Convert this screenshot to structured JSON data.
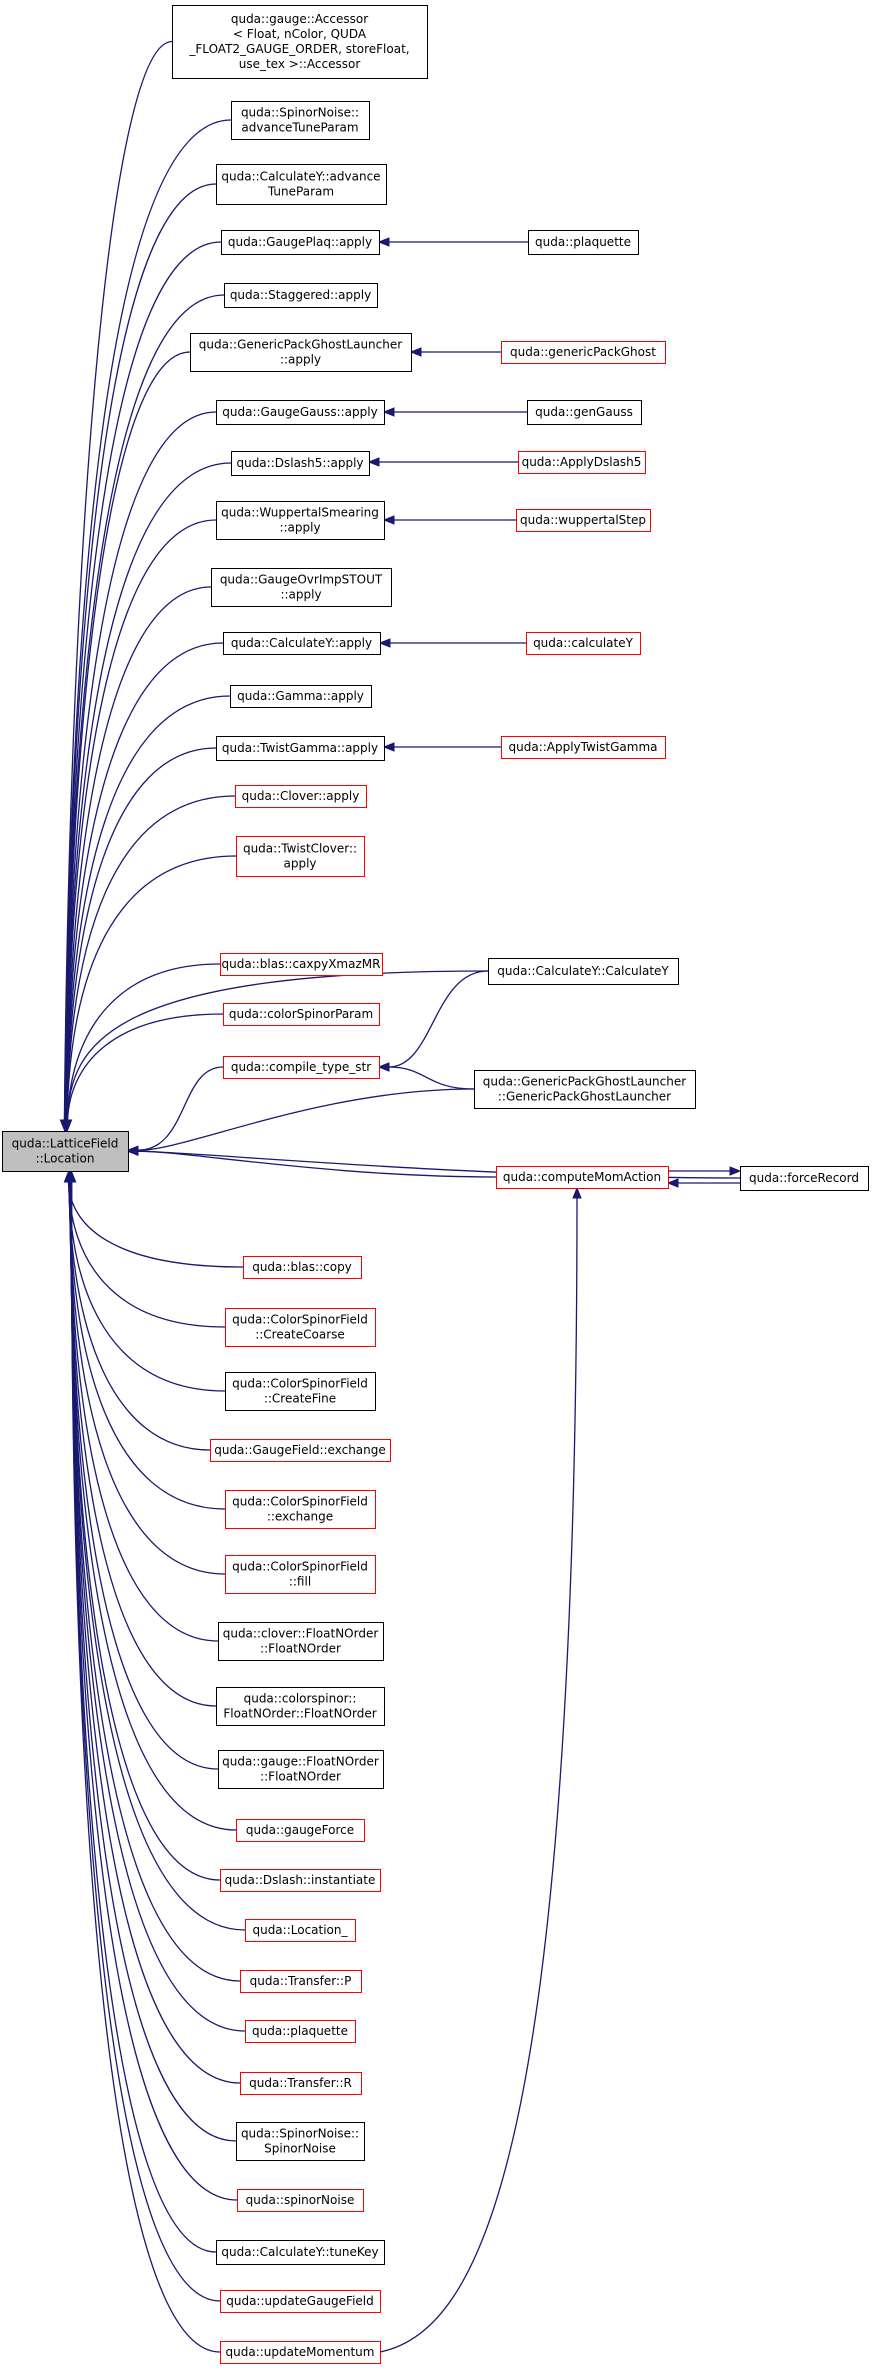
{
  "colors": {
    "edge": "#191970",
    "border_normal": "#000000",
    "border_truncated": "#ff0000",
    "fill_root": "#bfbfbf",
    "fill": "#ffffff"
  },
  "nodes": {
    "root": {
      "lines": [
        "quda::LatticeField",
        "::Location"
      ],
      "style": "root"
    },
    "accessor": {
      "lines": [
        "quda::gauge::Accessor",
        "< Float, nColor, QUDA",
        "_FLOAT2_GAUGE_ORDER, storeFloat,",
        "use_tex >::Accessor"
      ],
      "style": "normal"
    },
    "spinor_noise_adv": {
      "lines": [
        "quda::SpinorNoise::",
        "advanceTuneParam"
      ],
      "style": "normal"
    },
    "calcy_adv": {
      "lines": [
        "quda::CalculateY::advance",
        "TuneParam"
      ],
      "style": "normal"
    },
    "gaugeplaq_apply": {
      "lines": [
        "quda::GaugePlaq::apply"
      ],
      "style": "normal"
    },
    "plaquette_a": {
      "lines": [
        "quda::plaquette"
      ],
      "style": "normal"
    },
    "staggered_apply": {
      "lines": [
        "quda::Staggered::apply"
      ],
      "style": "normal"
    },
    "gpgl_apply": {
      "lines": [
        "quda::GenericPackGhostLauncher",
        "::apply"
      ],
      "style": "normal"
    },
    "genericpackghost": {
      "lines": [
        "quda::genericPackGhost"
      ],
      "style": "truncated"
    },
    "gaugegauss_apply": {
      "lines": [
        "quda::GaugeGauss::apply"
      ],
      "style": "normal"
    },
    "gengauss": {
      "lines": [
        "quda::genGauss"
      ],
      "style": "normal"
    },
    "dslash5_apply": {
      "lines": [
        "quda::Dslash5::apply"
      ],
      "style": "normal"
    },
    "applydslash5": {
      "lines": [
        "quda::ApplyDslash5"
      ],
      "style": "truncated"
    },
    "wuppertal_apply": {
      "lines": [
        "quda::WuppertalSmearing",
        "::apply"
      ],
      "style": "normal"
    },
    "wuppertalstep": {
      "lines": [
        "quda::wuppertalStep"
      ],
      "style": "truncated"
    },
    "gaugeovr_apply": {
      "lines": [
        "quda::GaugeOvrImpSTOUT",
        "::apply"
      ],
      "style": "normal"
    },
    "calcy_apply": {
      "lines": [
        "quda::CalculateY::apply"
      ],
      "style": "normal"
    },
    "calculatey": {
      "lines": [
        "quda::calculateY"
      ],
      "style": "truncated"
    },
    "gamma_apply": {
      "lines": [
        "quda::Gamma::apply"
      ],
      "style": "normal"
    },
    "twistgamma_apply": {
      "lines": [
        "quda::TwistGamma::apply"
      ],
      "style": "normal"
    },
    "applytwistgamma": {
      "lines": [
        "quda::ApplyTwistGamma"
      ],
      "style": "truncated"
    },
    "clover_apply": {
      "lines": [
        "quda::Clover::apply"
      ],
      "style": "truncated"
    },
    "twistclover_apply": {
      "lines": [
        "quda::TwistClover::",
        "apply"
      ],
      "style": "truncated"
    },
    "caxpy": {
      "lines": [
        "quda::blas::caxpyXmazMR"
      ],
      "style": "truncated"
    },
    "calcy_ctor": {
      "lines": [
        "quda::CalculateY::CalculateY"
      ],
      "style": "normal"
    },
    "colorspinorparam": {
      "lines": [
        "quda::colorSpinorParam"
      ],
      "style": "truncated"
    },
    "compile_type_str": {
      "lines": [
        "quda::compile_type_str"
      ],
      "style": "truncated"
    },
    "gpgl_ctor": {
      "lines": [
        "quda::GenericPackGhostLauncher",
        "::GenericPackGhostLauncher"
      ],
      "style": "normal"
    },
    "computemomaction": {
      "lines": [
        "quda::computeMomAction"
      ],
      "style": "truncated"
    },
    "forcerecord": {
      "lines": [
        "quda::forceRecord"
      ],
      "style": "normal"
    },
    "blas_copy": {
      "lines": [
        "quda::blas::copy"
      ],
      "style": "truncated"
    },
    "csf_createcoarse": {
      "lines": [
        "quda::ColorSpinorField",
        "::CreateCoarse"
      ],
      "style": "truncated"
    },
    "csf_createfine": {
      "lines": [
        "quda::ColorSpinorField",
        "::CreateFine"
      ],
      "style": "normal"
    },
    "gaugefield_exchange": {
      "lines": [
        "quda::GaugeField::exchange"
      ],
      "style": "truncated"
    },
    "csf_exchange": {
      "lines": [
        "quda::ColorSpinorField",
        "::exchange"
      ],
      "style": "truncated"
    },
    "csf_fill": {
      "lines": [
        "quda::ColorSpinorField",
        "::fill"
      ],
      "style": "truncated"
    },
    "clover_fno": {
      "lines": [
        "quda::clover::FloatNOrder",
        "::FloatNOrder"
      ],
      "style": "normal"
    },
    "colorspinor_fno": {
      "lines": [
        "quda::colorspinor::",
        "FloatNOrder::FloatNOrder"
      ],
      "style": "normal"
    },
    "gauge_fno": {
      "lines": [
        "quda::gauge::FloatNOrder",
        "::FloatNOrder"
      ],
      "style": "normal"
    },
    "gaugeforce": {
      "lines": [
        "quda::gaugeForce"
      ],
      "style": "truncated"
    },
    "dslash_instantiate": {
      "lines": [
        "quda::Dslash::instantiate"
      ],
      "style": "truncated"
    },
    "location_": {
      "lines": [
        "quda::Location_"
      ],
      "style": "truncated"
    },
    "transfer_p": {
      "lines": [
        "quda::Transfer::P"
      ],
      "style": "truncated"
    },
    "plaquette_b": {
      "lines": [
        "quda::plaquette"
      ],
      "style": "truncated"
    },
    "transfer_r": {
      "lines": [
        "quda::Transfer::R"
      ],
      "style": "truncated"
    },
    "spinornoise_ctor": {
      "lines": [
        "quda::SpinorNoise::",
        "SpinorNoise"
      ],
      "style": "normal"
    },
    "spinornoise": {
      "lines": [
        "quda::spinorNoise"
      ],
      "style": "truncated"
    },
    "calcy_tunekey": {
      "lines": [
        "quda::CalculateY::tuneKey"
      ],
      "style": "normal"
    },
    "updategaugefield": {
      "lines": [
        "quda::updateGaugeField"
      ],
      "style": "truncated"
    },
    "updatemomentum": {
      "lines": [
        "quda::updateMomentum"
      ],
      "style": "truncated"
    }
  },
  "edges": [
    [
      "accessor",
      "root"
    ],
    [
      "spinor_noise_adv",
      "root"
    ],
    [
      "calcy_adv",
      "root"
    ],
    [
      "gaugeplaq_apply",
      "root"
    ],
    [
      "plaquette_a",
      "gaugeplaq_apply"
    ],
    [
      "staggered_apply",
      "root"
    ],
    [
      "gpgl_apply",
      "root"
    ],
    [
      "genericpackghost",
      "gpgl_apply"
    ],
    [
      "gaugegauss_apply",
      "root"
    ],
    [
      "gengauss",
      "gaugegauss_apply"
    ],
    [
      "dslash5_apply",
      "root"
    ],
    [
      "applydslash5",
      "dslash5_apply"
    ],
    [
      "wuppertal_apply",
      "root"
    ],
    [
      "wuppertalstep",
      "wuppertal_apply"
    ],
    [
      "gaugeovr_apply",
      "root"
    ],
    [
      "calcy_apply",
      "root"
    ],
    [
      "calculatey",
      "calcy_apply"
    ],
    [
      "gamma_apply",
      "root"
    ],
    [
      "twistgamma_apply",
      "root"
    ],
    [
      "applytwistgamma",
      "twistgamma_apply"
    ],
    [
      "clover_apply",
      "root"
    ],
    [
      "twistclover_apply",
      "root"
    ],
    [
      "calcy_ctor",
      "root"
    ],
    [
      "caxpy",
      "root"
    ],
    [
      "colorspinorparam",
      "root"
    ],
    [
      "compile_type_str",
      "root"
    ],
    [
      "calcy_ctor",
      "compile_type_str"
    ],
    [
      "gpgl_ctor",
      "compile_type_str"
    ],
    [
      "gpgl_ctor",
      "root"
    ],
    [
      "forcerecord",
      "root"
    ],
    [
      "computemomaction",
      "root"
    ],
    [
      "computemomaction",
      "forcerecord"
    ],
    [
      "forcerecord",
      "computemomaction"
    ],
    [
      "updatemomentum",
      "computemomaction"
    ],
    [
      "blas_copy",
      "root"
    ],
    [
      "csf_createcoarse",
      "root"
    ],
    [
      "csf_createfine",
      "root"
    ],
    [
      "gaugefield_exchange",
      "root"
    ],
    [
      "csf_exchange",
      "root"
    ],
    [
      "csf_fill",
      "root"
    ],
    [
      "clover_fno",
      "root"
    ],
    [
      "colorspinor_fno",
      "root"
    ],
    [
      "gauge_fno",
      "root"
    ],
    [
      "gaugeforce",
      "root"
    ],
    [
      "dslash_instantiate",
      "root"
    ],
    [
      "location_",
      "root"
    ],
    [
      "transfer_p",
      "root"
    ],
    [
      "plaquette_b",
      "root"
    ],
    [
      "transfer_r",
      "root"
    ],
    [
      "spinornoise_ctor",
      "root"
    ],
    [
      "spinornoise",
      "root"
    ],
    [
      "calcy_tunekey",
      "root"
    ],
    [
      "updategaugefield",
      "root"
    ],
    [
      "updatemomentum",
      "root"
    ]
  ]
}
